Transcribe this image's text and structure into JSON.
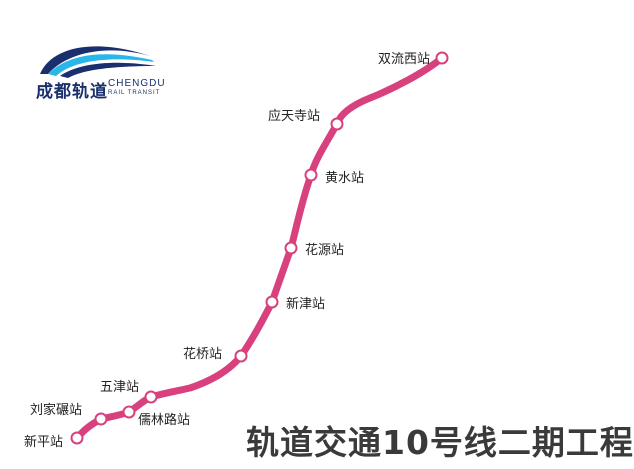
{
  "logo": {
    "cn": "成都轨道",
    "en_line1": "CHENGDU",
    "en_line2": "RAIL TRANSIT",
    "color_dark": "#1a2f6e",
    "color_light": "#29b6e8"
  },
  "title": "轨道交通10号线二期工程",
  "line_color": "#d8407e",
  "stations": [
    {
      "id": "shuangliuxi",
      "name": "双流西站"
    },
    {
      "id": "yingtiansi",
      "name": "应天寺站"
    },
    {
      "id": "huangshui",
      "name": "黄水站"
    },
    {
      "id": "huayuan",
      "name": "花源站"
    },
    {
      "id": "xinjin",
      "name": "新津站"
    },
    {
      "id": "huaqiao",
      "name": "花桥站"
    },
    {
      "id": "wujin",
      "name": "五津站"
    },
    {
      "id": "rulinlu",
      "name": "儒林路站"
    },
    {
      "id": "liujiaxuan",
      "name": "刘家碾站"
    },
    {
      "id": "xinping",
      "name": "新平站"
    }
  ]
}
